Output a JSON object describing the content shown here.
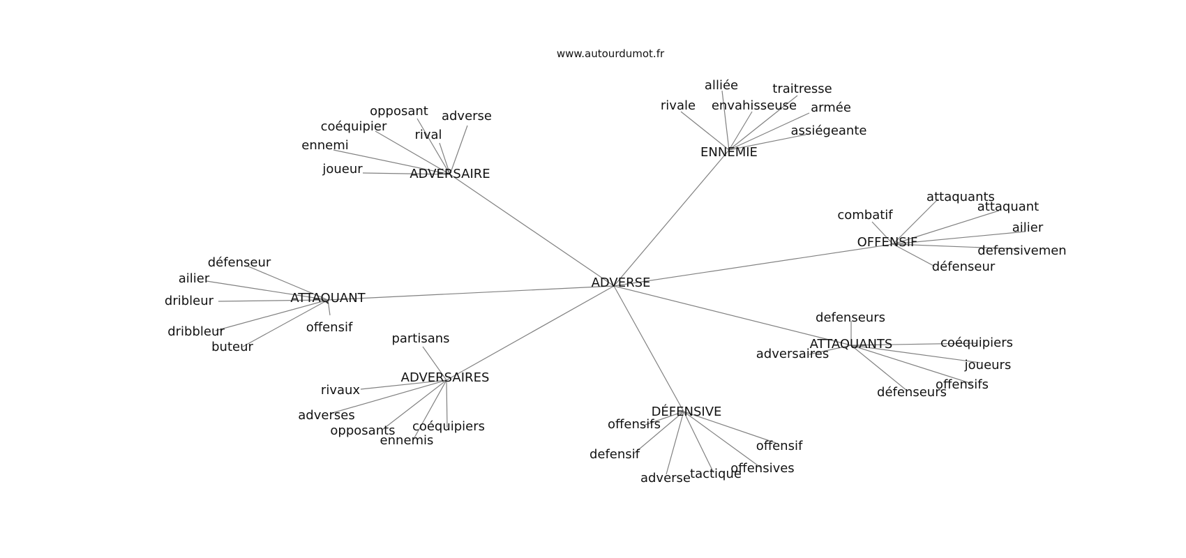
{
  "site": "www.autourdumot.fr",
  "center": "ADVERSE",
  "clusters": [
    {
      "hub": "ADVERSAIRE",
      "words": [
        "opposant",
        "adverse",
        "coéquipier",
        "rival",
        "ennemi",
        "joueur"
      ]
    },
    {
      "hub": "ENNEMIE",
      "words": [
        "alliée",
        "traitresse",
        "rivale",
        "envahisseuse",
        "armée",
        "assiégeante"
      ]
    },
    {
      "hub": "OFFENSIF",
      "words": [
        "attaquants",
        "attaquant",
        "combatif",
        "ailier",
        "defensivemen",
        "défenseur"
      ]
    },
    {
      "hub": "ATTAQUANT",
      "words": [
        "défenseur",
        "ailier",
        "dribleur",
        "dribbleur",
        "offensif",
        "buteur"
      ]
    },
    {
      "hub": "ADVERSAIRES",
      "words": [
        "partisans",
        "rivaux",
        "adverses",
        "opposants",
        "coéquipiers",
        "ennemis"
      ]
    },
    {
      "hub": "ATTAQUANTS",
      "words": [
        "defenseurs",
        "coéquipiers",
        "adversaires",
        "joueurs",
        "offensifs",
        "défenseurs"
      ]
    },
    {
      "hub": "DÉFENSIVE",
      "words": [
        "offensifs",
        "offensif",
        "defensif",
        "offensives",
        "tactique",
        "adverse"
      ]
    }
  ]
}
